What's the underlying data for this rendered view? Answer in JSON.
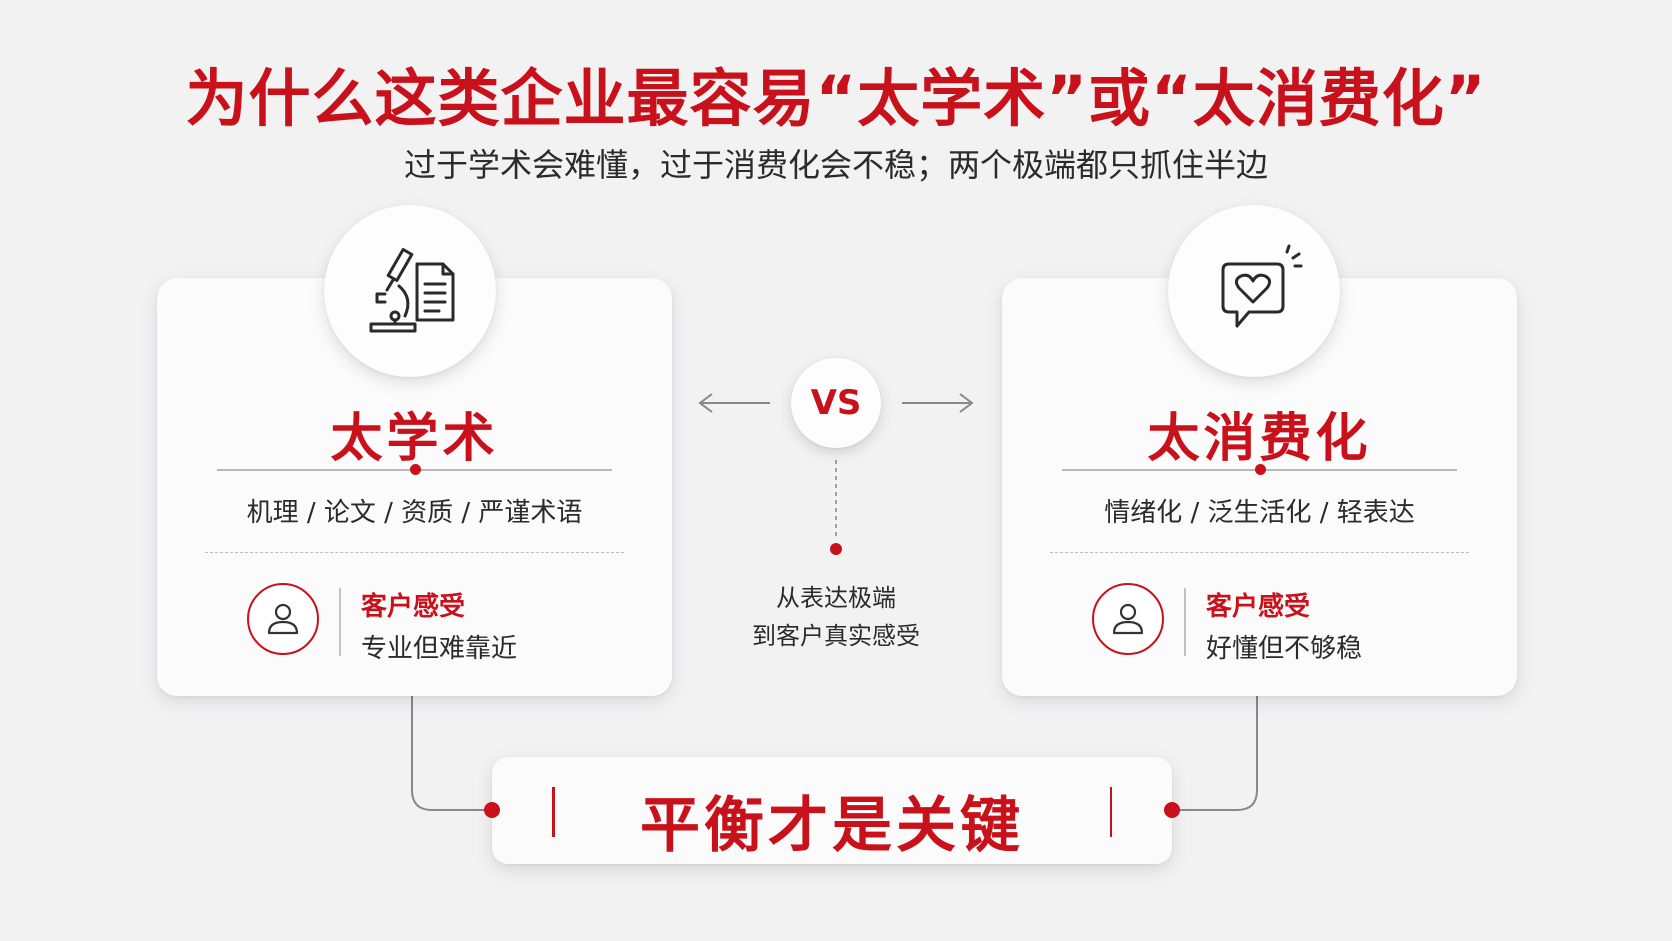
{
  "header": {
    "title": "为什么这类企业最容易“太学术”或“太消费化”",
    "subtitle": "过于学术会难懂，过于消费化会不稳；两个极端都只抓住半边"
  },
  "left_card": {
    "icon": "microscope-document-icon",
    "title": "太学术",
    "keywords": "机理 / 论文 / 资质 / 严谨术语",
    "feedback_label": "客户感受",
    "feedback_text": "专业但难靠近"
  },
  "right_card": {
    "icon": "heart-chat-bubble-icon",
    "title": "太消费化",
    "keywords": "情绪化 / 泛生活化 / 轻表达",
    "feedback_label": "客户感受",
    "feedback_text": "好懂但不够稳"
  },
  "center": {
    "vs": "VS",
    "note_line1": "从表达极端",
    "note_line2": "到客户真实感受"
  },
  "bottom": {
    "text": "平衡才是关键"
  },
  "colors": {
    "accent": "#c8111b",
    "text": "#2b2b2b",
    "background": "#f2f2f3",
    "card": "#fbfbfb"
  }
}
